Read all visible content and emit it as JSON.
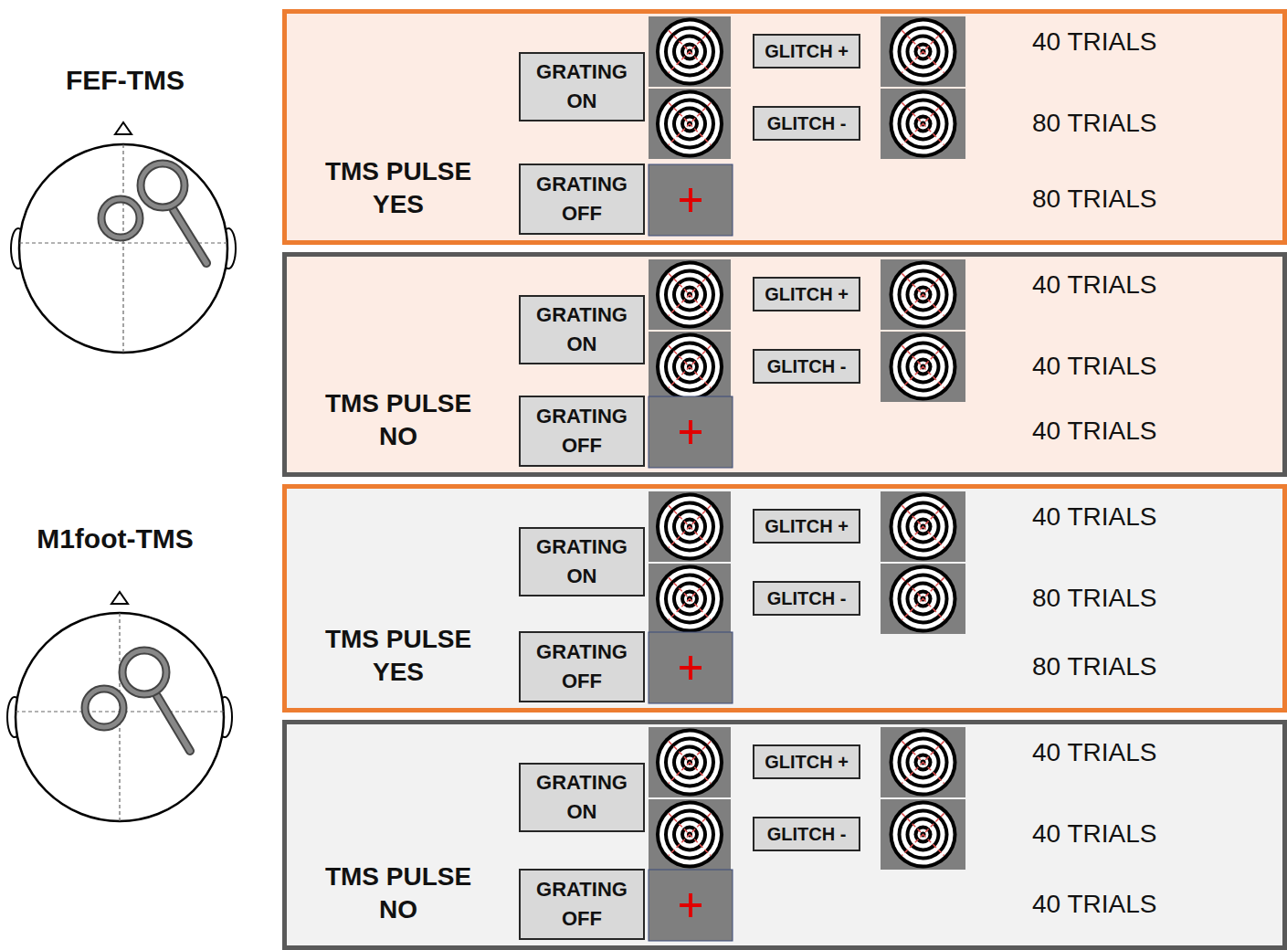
{
  "diagram": {
    "nodes": [
      {
        "text": [
          "TMS PULSE YES",
          "40 TRIALS",
          "80 TRIALS",
          "80 TRIALS"
        ]
      },
      {
        "text": [
          "GRATING ON"
        ],
        "in": 0
      },
      {
        "text": [
          "GLITCH +"
        ],
        "in": 0
      },
      {
        "text": [
          "GLITCH -"
        ],
        "in": 0
      },
      {
        "text": [
          "GRATING OFF"
        ],
        "in": 0
      },
      {
        "text": [
          "TMS PULSE NO",
          "40 TRIALS",
          "40 TRIALS",
          "40 TRIALS"
        ]
      },
      {
        "text": [
          "GRATING ON"
        ],
        "in": 5
      },
      {
        "text": [
          "GLITCH +"
        ],
        "in": 5
      },
      {
        "text": [
          "GLITCH -"
        ],
        "in": 5
      },
      {
        "text": [
          "GRATING OFF"
        ],
        "in": 5
      },
      {
        "text": [
          "TMS PULSE YES",
          "40 TRIALS",
          "80 TRIALS",
          "80 TRIALS"
        ]
      },
      {
        "text": [
          "GRATING ON"
        ],
        "in": 10
      },
      {
        "text": [
          "GLITCH +"
        ],
        "in": 10
      },
      {
        "text": [
          "GLITCH -"
        ],
        "in": 10
      },
      {
        "text": [
          "GRATING OFF"
        ],
        "in": 10
      },
      {
        "text": [
          "TMS PULSE NO",
          "40 TRIALS",
          "40 TRIALS",
          "40 TRIALS"
        ]
      },
      {
        "text": [
          "GRATING ON"
        ],
        "in": 15
      },
      {
        "text": [
          "GLITCH +"
        ],
        "in": 15
      },
      {
        "text": [
          "GLITCH -"
        ],
        "in": 15
      },
      {
        "text": [
          "GRATING OFF"
        ],
        "in": 15
      }
    ],
    "labels": [
      "FEF-TMS",
      "M1foot-TMS"
    ]
  }
}
